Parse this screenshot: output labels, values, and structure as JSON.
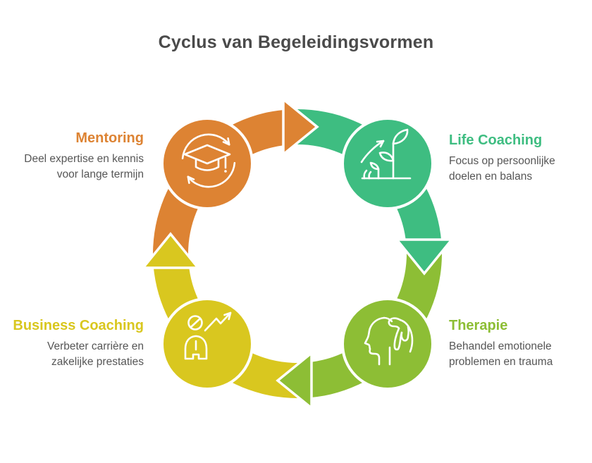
{
  "title": "Cyclus van Begeleidingsvormen",
  "colors": {
    "orange": "#DD8333",
    "green": "#3EBD81",
    "lime": "#8DBE35",
    "yellow": "#D9C71F",
    "title_text": "#4A4A4A",
    "body_text": "#565656",
    "icon_stroke": "#FFFFFF",
    "background": "#FFFFFF"
  },
  "nodes": [
    {
      "id": "mentoring",
      "label": "Mentoring",
      "description": "Deel expertise en kennis voor lange termijn",
      "description_lines": [
        "Deel expertise en kennis",
        "voor lange termijn"
      ],
      "color": "#DD8333",
      "icon": "graduation-cap-cycle-icon",
      "position": "top-left"
    },
    {
      "id": "life-coaching",
      "label": "Life Coaching",
      "description": "Focus op persoonlijke doelen en balans",
      "description_lines": [
        "Focus op persoonlijke",
        "doelen en balans"
      ],
      "color": "#3EBD81",
      "icon": "plant-growth-icon",
      "position": "top-right"
    },
    {
      "id": "therapie",
      "label": "Therapie",
      "description": "Behandel emotionele problemen en trauma",
      "description_lines": [
        "Behandel emotionele",
        "problemen en trauma"
      ],
      "color": "#8DBE35",
      "icon": "head-hand-icon",
      "position": "bottom-right"
    },
    {
      "id": "business-coaching",
      "label": "Business Coaching",
      "description": "Verbeter carrière en zakelijke prestaties",
      "description_lines": [
        "Verbeter carrière en",
        "zakelijke prestaties"
      ],
      "color": "#D9C71F",
      "icon": "person-growth-arrow-icon",
      "position": "bottom-left"
    }
  ],
  "cycle": {
    "direction": "clockwise",
    "sequence": [
      "Mentoring",
      "Life Coaching",
      "Therapie",
      "Business Coaching"
    ]
  }
}
